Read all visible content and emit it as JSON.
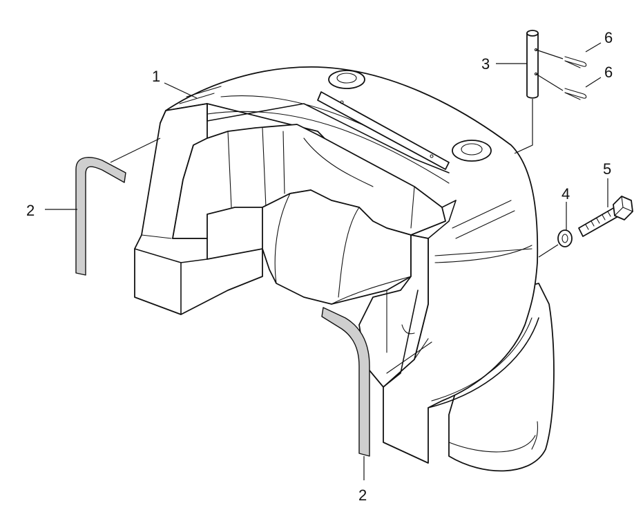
{
  "callouts": {
    "p1": "1",
    "p2_left": "2",
    "p2_bottom": "2",
    "p3": "3",
    "p4": "4",
    "p5": "5",
    "p6_top": "6",
    "p6_bottom": "6"
  }
}
